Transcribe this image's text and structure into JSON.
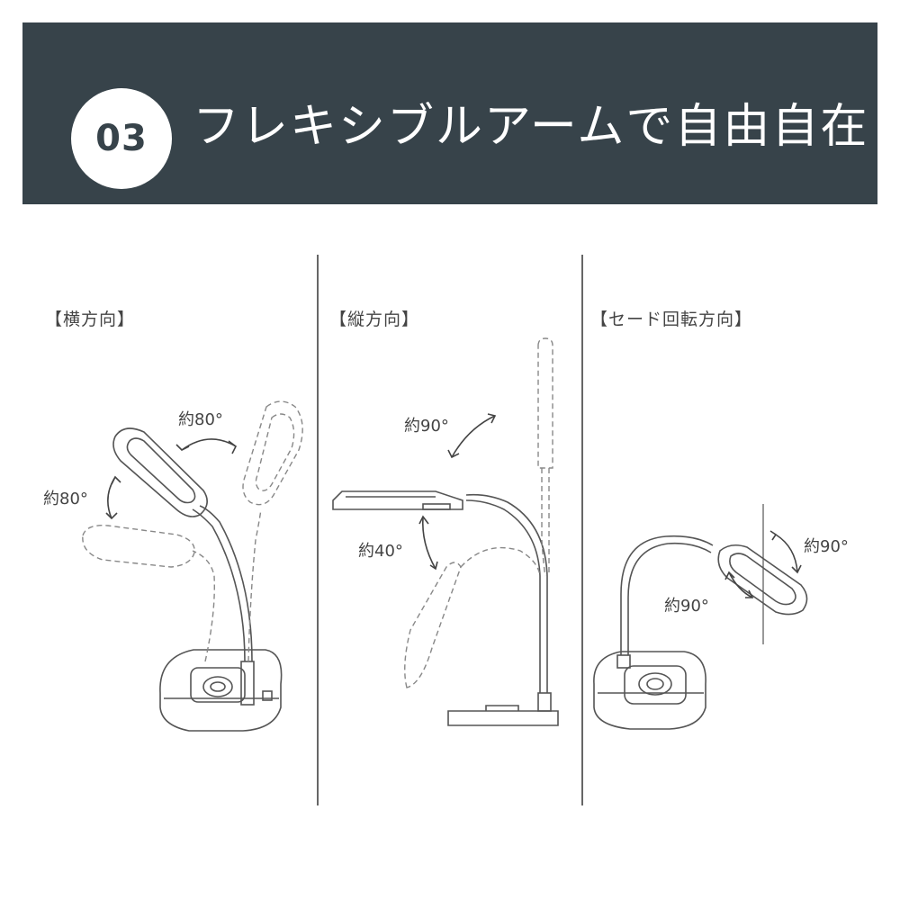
{
  "header": {
    "number": "03",
    "title": "フレキシブルアームで自由自在"
  },
  "panels": [
    {
      "label": "【横方向】",
      "angles": [
        "約80°",
        "約80°"
      ]
    },
    {
      "label": "【縦方向】",
      "angles": [
        "約90°",
        "約40°"
      ]
    },
    {
      "label": "【セード回転方向】",
      "angles": [
        "約90°",
        "約90°"
      ]
    }
  ],
  "colors": {
    "banner": "#37434a",
    "badge": "#ffffff",
    "line": "#555555"
  }
}
